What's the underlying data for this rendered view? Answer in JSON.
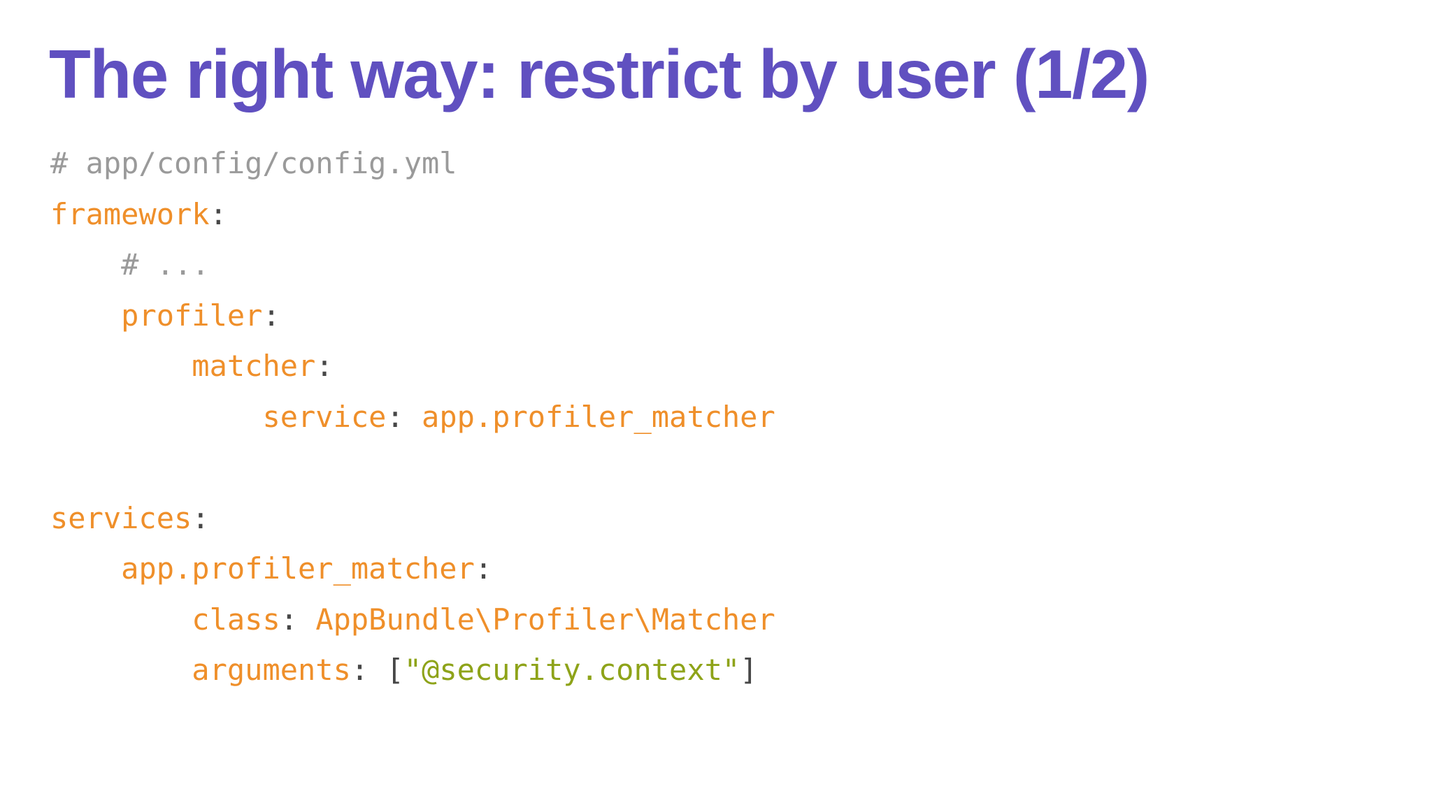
{
  "slide": {
    "title": "The right way: restrict by user (1/2)",
    "colors": {
      "title": "#6050c0",
      "key": "#ef8f2a",
      "value": "#ef8f2a",
      "string": "#8ea319",
      "comment": "#9a9a9a",
      "punct": "#474747",
      "background": "#ffffff"
    },
    "code": {
      "language": "yaml",
      "lines": [
        {
          "indent": 0,
          "tokens": [
            {
              "type": "comment",
              "text": "# app/config/config.yml"
            }
          ]
        },
        {
          "indent": 0,
          "tokens": [
            {
              "type": "key",
              "text": "framework"
            },
            {
              "type": "punct",
              "text": ":"
            }
          ]
        },
        {
          "indent": 1,
          "tokens": [
            {
              "type": "comment",
              "text": "# ..."
            }
          ]
        },
        {
          "indent": 1,
          "tokens": [
            {
              "type": "key",
              "text": "profiler"
            },
            {
              "type": "punct",
              "text": ":"
            }
          ]
        },
        {
          "indent": 2,
          "tokens": [
            {
              "type": "key",
              "text": "matcher"
            },
            {
              "type": "punct",
              "text": ":"
            }
          ]
        },
        {
          "indent": 3,
          "tokens": [
            {
              "type": "key",
              "text": "service"
            },
            {
              "type": "punct",
              "text": ":"
            },
            {
              "type": "value",
              "text": " app.profiler_matcher"
            }
          ]
        },
        {
          "indent": 0,
          "tokens": []
        },
        {
          "indent": 0,
          "tokens": [
            {
              "type": "key",
              "text": "services"
            },
            {
              "type": "punct",
              "text": ":"
            }
          ]
        },
        {
          "indent": 1,
          "tokens": [
            {
              "type": "key",
              "text": "app.profiler_matcher"
            },
            {
              "type": "punct",
              "text": ":"
            }
          ]
        },
        {
          "indent": 2,
          "tokens": [
            {
              "type": "key",
              "text": "class"
            },
            {
              "type": "punct",
              "text": ":"
            },
            {
              "type": "value",
              "text": " AppBundle\\Profiler\\Matcher"
            }
          ]
        },
        {
          "indent": 2,
          "tokens": [
            {
              "type": "key",
              "text": "arguments"
            },
            {
              "type": "punct",
              "text": ":"
            },
            {
              "type": "punct",
              "text": " ["
            },
            {
              "type": "string",
              "text": "\"@security.context\""
            },
            {
              "type": "punct",
              "text": "]"
            }
          ]
        }
      ]
    }
  }
}
